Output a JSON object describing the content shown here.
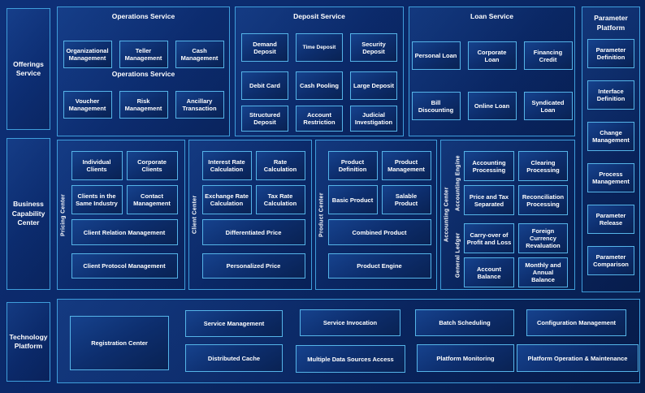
{
  "colors": {
    "background": "#0a2765",
    "panel_border": "#3f9edb",
    "box_border": "#55b4e8",
    "text": "#ffffff"
  },
  "top": {
    "offerings_label": "Offerings Service",
    "operations": {
      "title": "Operations Service",
      "mid_title": "Operations Service",
      "row1": [
        "Organizational Management",
        "Teller Management",
        "Cash Management"
      ],
      "row2": [
        "Voucher Management",
        "Risk Management",
        "Ancillary Transaction"
      ]
    },
    "deposit": {
      "title": "Deposit Service",
      "row1": [
        "Demand Deposit",
        "Time Deposit",
        "Security Deposit"
      ],
      "row2": [
        "Debit Card",
        "Cash Pooling",
        "Large Deposit"
      ],
      "row3": [
        "Structured Deposit",
        "Account Restriction",
        "Judicial Investigation"
      ]
    },
    "loan": {
      "title": "Loan Service",
      "row1": [
        "Personal Loan",
        "Corporate Loan",
        "Financing Credit"
      ],
      "row2": [
        "Bill Discounting",
        "Online Loan",
        "Syndicated Loan"
      ]
    }
  },
  "parameter_platform": {
    "title_line1": "Parameter",
    "title_line2": "Platform",
    "items": [
      "Parameter Definition",
      "Interface Definition",
      "Change Management",
      "Process Management",
      "Parameter Release",
      "Parameter Comparison"
    ]
  },
  "business": {
    "sidebar_label": "Business Capability Center",
    "pricing": {
      "vertical_label": "Pricing Center",
      "small": [
        "Individual Clients",
        "Corporate Clients",
        "Clients in the Same Industry",
        "Contact Management"
      ],
      "wide": [
        "Client Relation Management",
        "Client Protocol Management"
      ]
    },
    "client": {
      "vertical_label": "Client Center",
      "small": [
        "Interest Rate Calculation",
        "Rate Calculation",
        "Exchange Rate Calculation",
        "Tax Rate Calculation"
      ],
      "wide": [
        "Differentiated Price",
        "Personalized Price"
      ]
    },
    "product": {
      "vertical_label": "Product Center",
      "small": [
        "Product Definition",
        "Product Management",
        "Basic Product",
        "Salable Product"
      ],
      "wide": [
        "Combined Product",
        "Product Engine"
      ]
    },
    "accounting": {
      "vertical_label": "Accounting Center",
      "engine": {
        "label": "Accounting Engine",
        "boxes": [
          "Accounting Processing",
          "Clearing Processing",
          "Price and Tax Separated",
          "Reconciliation Processing"
        ]
      },
      "ledger": {
        "label": "General Ledger",
        "boxes": [
          "Carry-over of Profit and Loss",
          "Foreign Currency Revaluation",
          "Account Balance",
          "Monthly and Annual Balance"
        ]
      }
    }
  },
  "technology": {
    "sidebar_label": "Technology Platform",
    "registration": "Registration Center",
    "row1": [
      "Service Management",
      "Service Invocation",
      "Batch Scheduling",
      "Configuration Management"
    ],
    "row2": [
      "Distributed Cache",
      "Multiple Data Sources Access",
      "Platform Monitoring",
      "Platform Operation & Maintenance"
    ]
  }
}
